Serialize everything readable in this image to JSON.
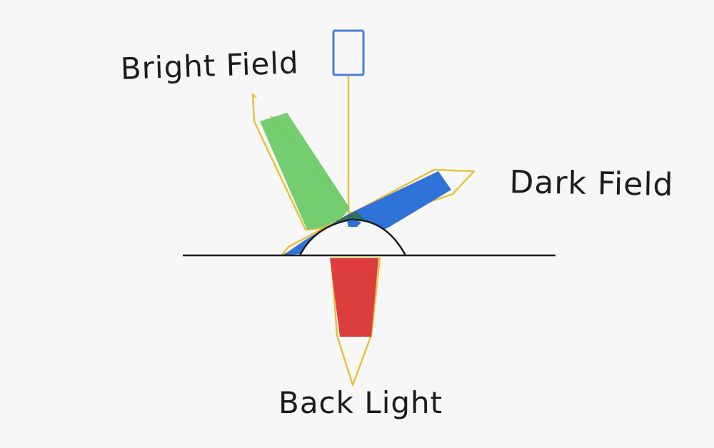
{
  "labels": {
    "bright_field": "Bright Field",
    "dark_field": "Dark Field",
    "back_light": "Back Light"
  },
  "colors": {
    "background": "#f7f7f7",
    "outline": "#e8c23a",
    "bright_field": "#6dcb68",
    "dark_field": "#2f73d8",
    "back_light": "#dc3d3d",
    "camera": "#4a7fd8",
    "stroke": "#1c1c1c"
  }
}
